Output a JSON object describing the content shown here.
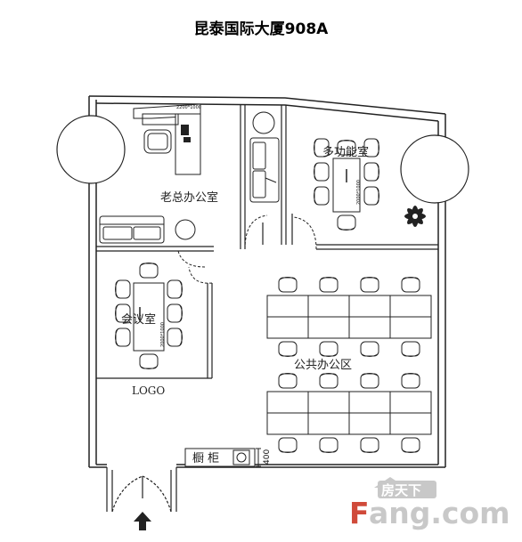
{
  "title": "昆泰国际大厦908A",
  "rooms": {
    "boss_office": "老总办公室",
    "multi_room": "多功能室",
    "meeting_room": "会议室",
    "public_office": "公共办公区",
    "logo": "LOGO",
    "cabinet": "橱 柜"
  },
  "dimensions": {
    "desk_tag": "2200*1000",
    "table_tag_multi": "2000*1000",
    "table_tag_meeting": "2000*1000",
    "cabinet_depth": "400"
  },
  "watermark": {
    "cn": "房天下",
    "en_prefix": "F",
    "en_main": "ang.com"
  },
  "colors": {
    "line": "#222222",
    "watermark": "#c8c8c8",
    "accent_red": "#d04a3a"
  },
  "icons": [
    "entrance-arrow-icon",
    "plant-icon",
    "phone-icon"
  ]
}
